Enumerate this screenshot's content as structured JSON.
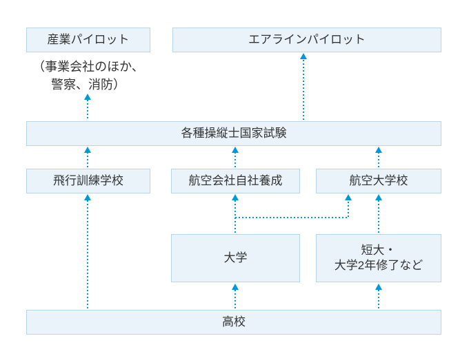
{
  "diagram": {
    "description": "pilot-career-path-flowchart",
    "colors": {
      "arrow": "#0098d8",
      "box_fill": "#eaf3fa",
      "box_border": "#b9d5e9",
      "text": "#333333",
      "background": "#ffffff"
    },
    "nodes": {
      "industrial_pilot": "産業パイロット",
      "industrial_note_line1": "（事業会社のほか、",
      "industrial_note_line2": "警察、消防）",
      "airline_pilot": "エアラインパイロット",
      "national_exam": "各種操縦士国家試験",
      "flight_training_school": "飛行訓練学校",
      "airline_inhouse_training": "航空会社自社養成",
      "civil_aviation_college": "航空大学校",
      "university": "大学",
      "junior_college_line1": "短大・",
      "junior_college_line2": "大学2年修了など",
      "high_school": "高校"
    }
  }
}
